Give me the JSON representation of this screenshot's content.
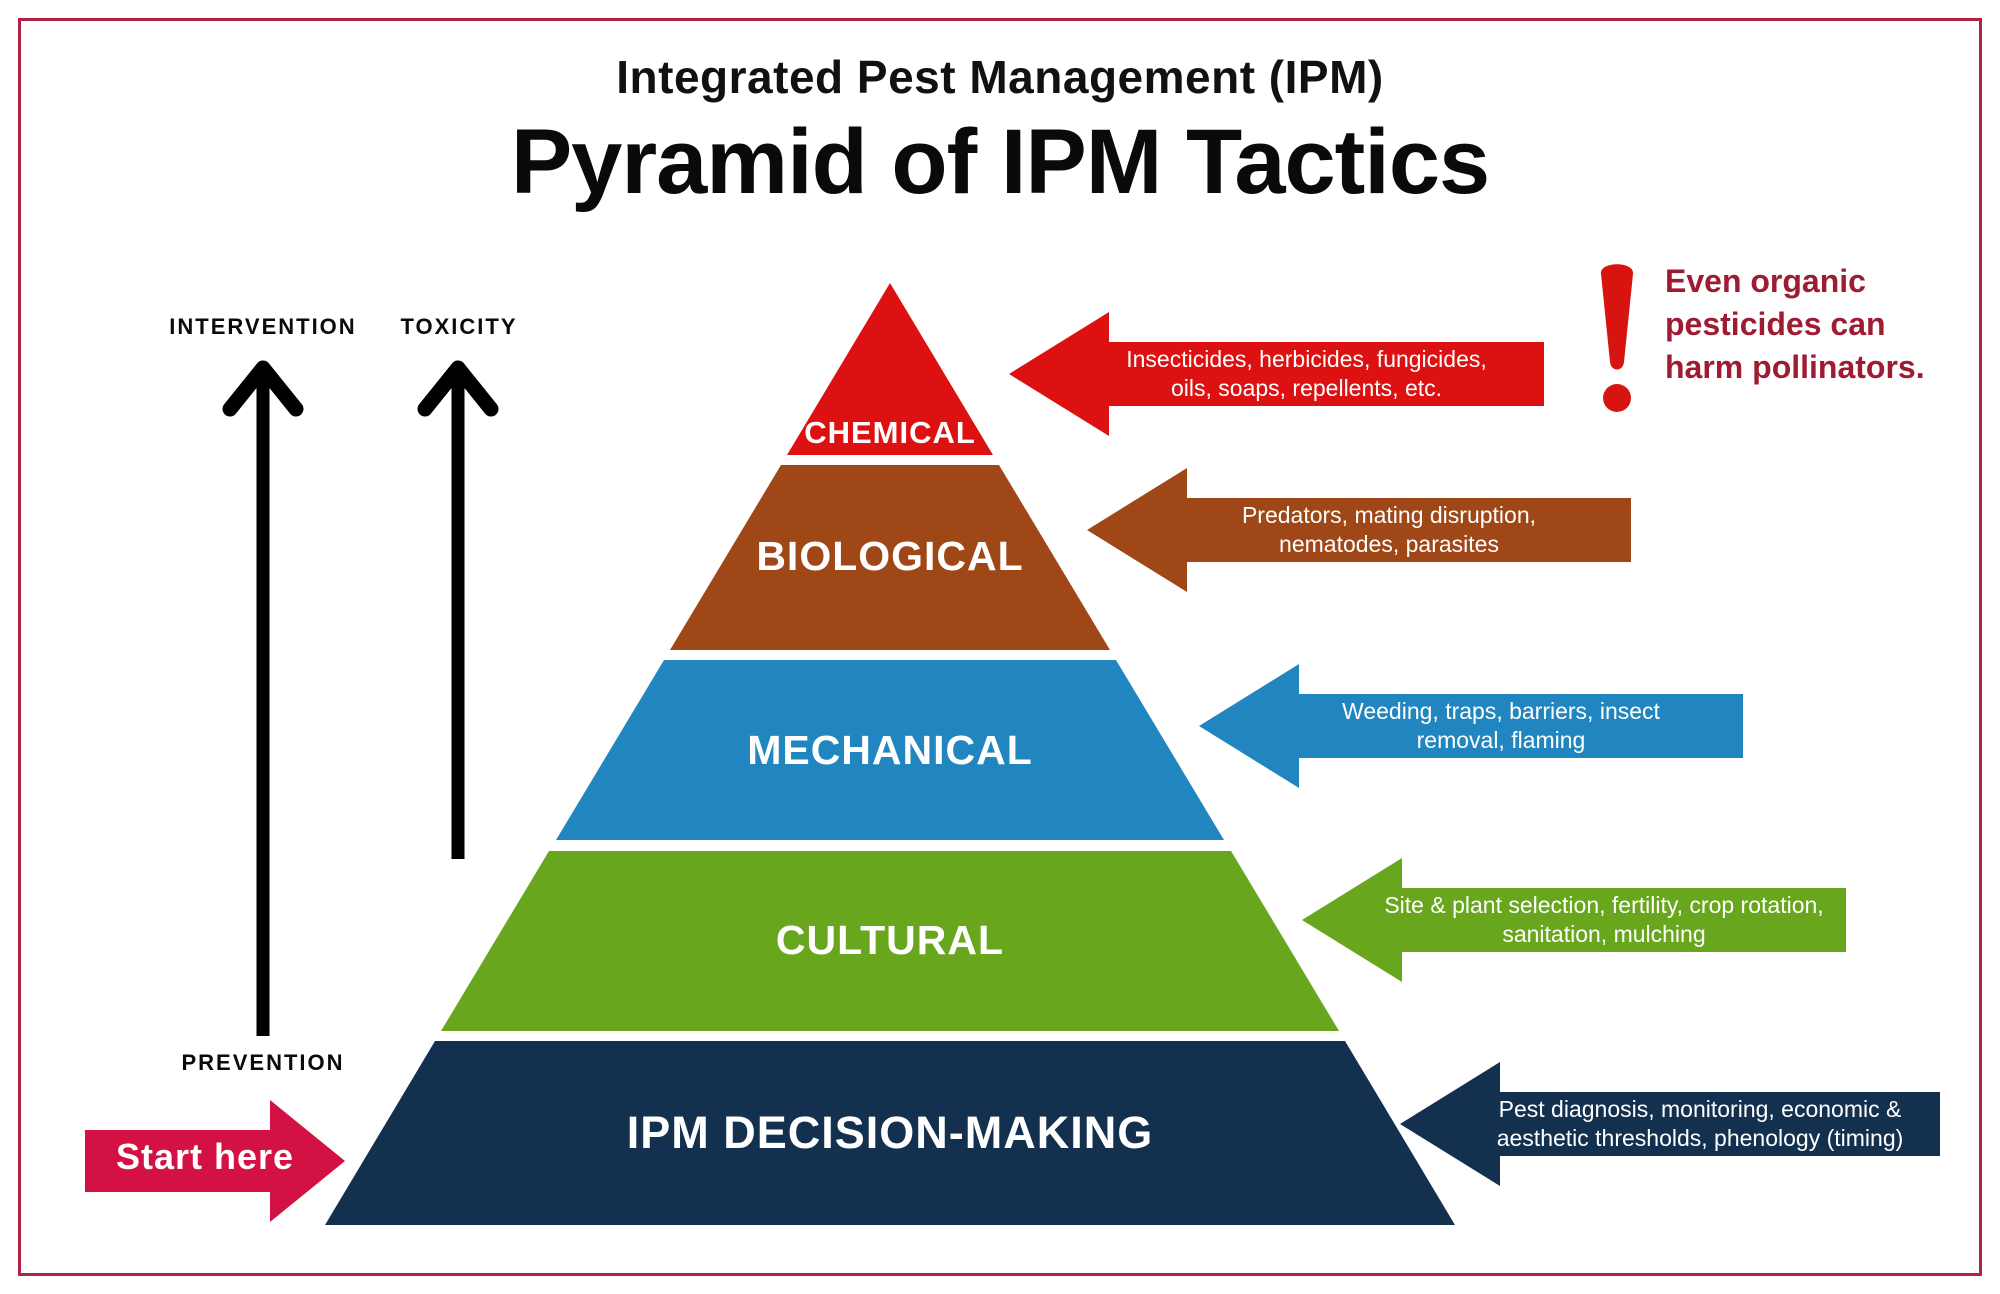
{
  "frame": {
    "border_color": "#B02342",
    "background": "#FFFFFF"
  },
  "header": {
    "kicker": "Integrated Pest Management (IPM)",
    "title": "Pyramid of IPM Tactics"
  },
  "axes": {
    "intervention_label": "INTERVENTION",
    "toxicity_label": "TOXICITY",
    "prevention_label": "PREVENTION",
    "arrow_color": "#000000"
  },
  "start": {
    "label": "Start here",
    "color": "#D31145"
  },
  "warning": {
    "line1": "Even organic",
    "line2": "pesticides can",
    "line3": "harm pollinators.",
    "text_color": "#9E1B32",
    "exclamation_color": "#D81410"
  },
  "pyramid": {
    "levels": [
      {
        "label": "CHEMICAL",
        "color": "#DD1111",
        "note_line1": "Insecticides, herbicides, fungicides,",
        "note_line2": "oils, soaps, repellents, etc."
      },
      {
        "label": "BIOLOGICAL",
        "color": "#A04718",
        "note_line1": "Predators, mating disruption,",
        "note_line2": "nematodes,  parasites"
      },
      {
        "label": "MECHANICAL",
        "color": "#2186BF",
        "note_line1": "Weeding, traps, barriers, insect",
        "note_line2": "removal, flaming"
      },
      {
        "label": "CULTURAL",
        "color": "#68A61D",
        "note_line1": "Site & plant selection, fertility, crop rotation,",
        "note_line2": "sanitation, mulching"
      },
      {
        "label": "IPM DECISION-MAKING",
        "color": "#13304F",
        "note_line1": "Pest diagnosis, monitoring, economic &",
        "note_line2": "aesthetic thresholds, phenology (timing)"
      }
    ]
  }
}
